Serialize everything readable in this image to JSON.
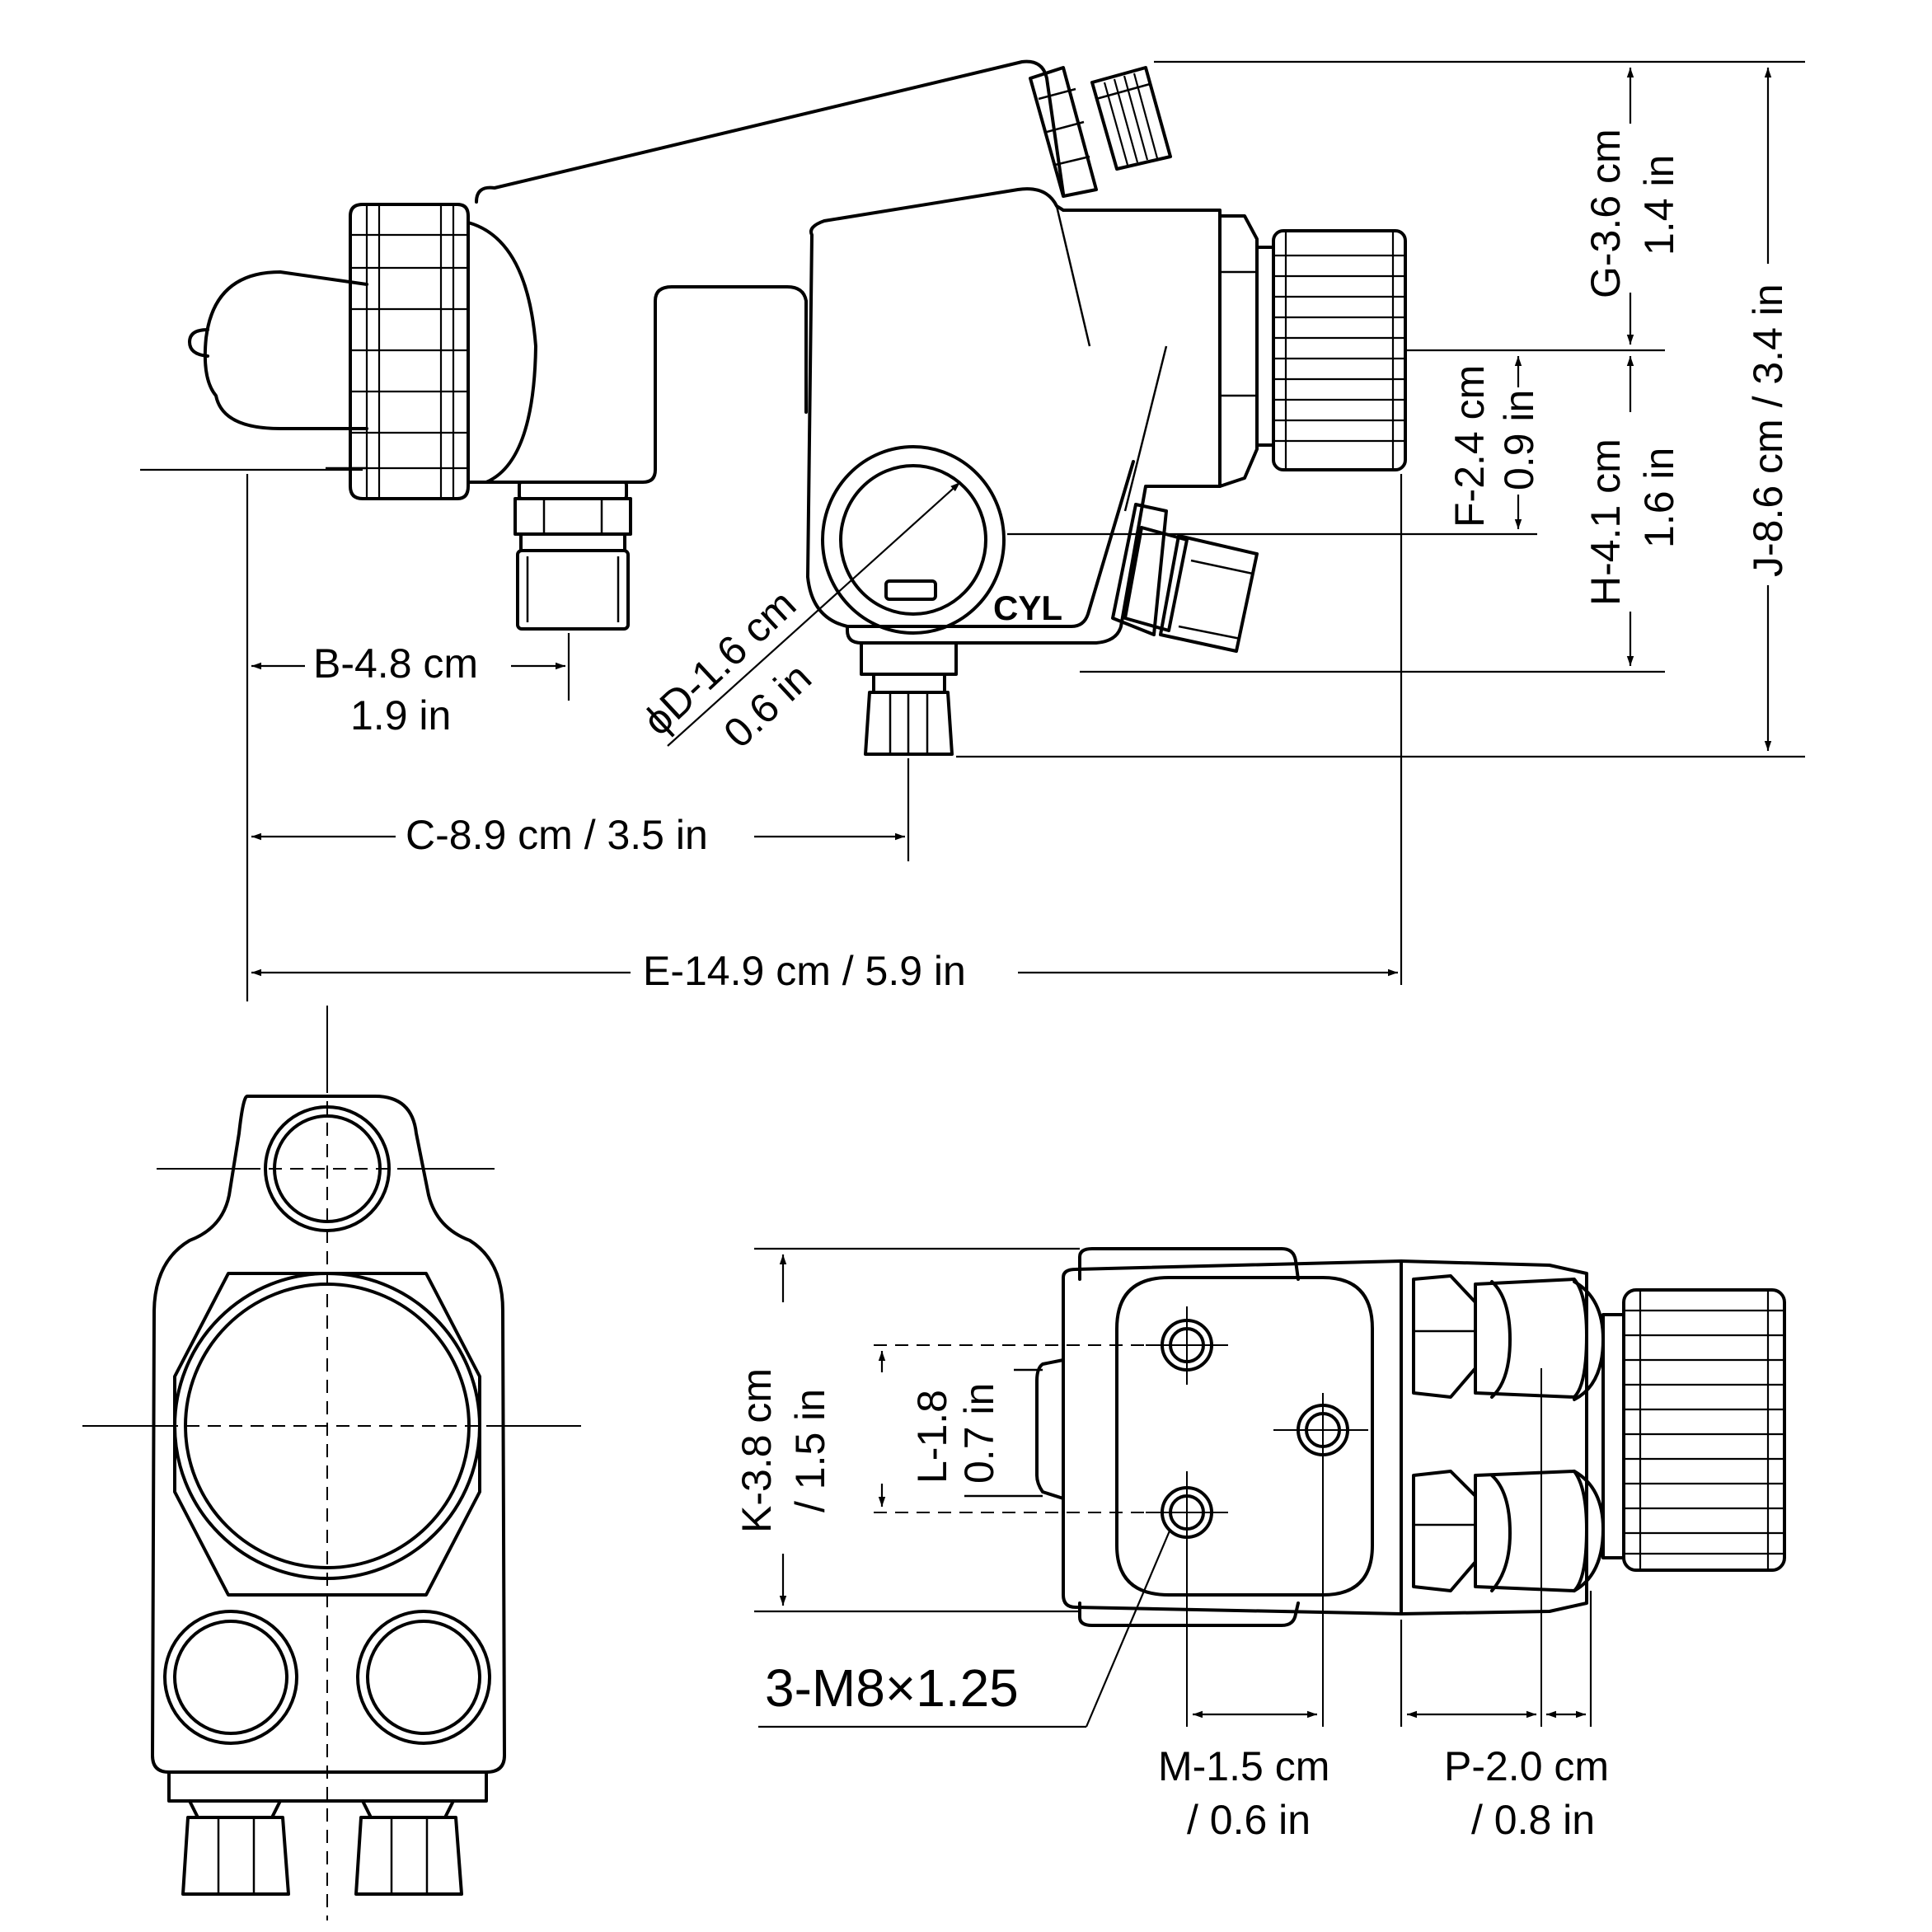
{
  "dimensions": {
    "B_cm": "B-4.8 cm",
    "B_in": "1.9 in",
    "C": "C-8.9 cm / 3.5 in",
    "E": "E-14.9 cm / 5.9 in",
    "D_cm": "ϕD-1.6 cm",
    "D_in": "0.6 in",
    "F_cm": "F-2.4 cm",
    "F_in": "0.9 in",
    "G_cm": "G-3.6 cm",
    "G_in": "1.4 in",
    "H_cm": "H-4.1 cm",
    "H_in": "1.6 in",
    "J": "J-8.6 cm / 3.4 in",
    "K_cm": "K-3.8 cm",
    "K_in": "/ 1.5 in",
    "L_cm": "L-1.8",
    "L_in": "0.7 in",
    "M_cm": "M-1.5 cm",
    "M_in": "/ 0.6 in",
    "P_cm": "P-2.0 cm",
    "P_in": "/ 0.8 in"
  },
  "labels": {
    "cylinder": "CYL",
    "thread": "3-M8×1.25"
  }
}
